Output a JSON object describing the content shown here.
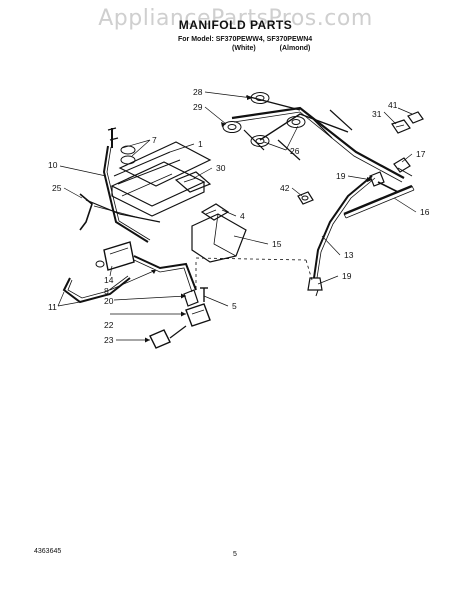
{
  "watermark": "AppliancePartsPros.com",
  "title": "MANIFOLD PARTS",
  "model_line": "For Model: SF370PEWW4, SF370PEWN4",
  "variants": [
    "(White)",
    "(Almond)"
  ],
  "doc_number": "4363645",
  "page_number": "5",
  "callouts": [
    {
      "id": "c28",
      "label": "28"
    },
    {
      "id": "c29",
      "label": "29"
    },
    {
      "id": "c31",
      "label": "31"
    },
    {
      "id": "c41",
      "label": "41"
    },
    {
      "id": "c7",
      "label": "7"
    },
    {
      "id": "c1",
      "label": "1"
    },
    {
      "id": "c26",
      "label": "26"
    },
    {
      "id": "c17",
      "label": "17"
    },
    {
      "id": "c10",
      "label": "10"
    },
    {
      "id": "c30",
      "label": "30"
    },
    {
      "id": "c19a",
      "label": "19"
    },
    {
      "id": "c25",
      "label": "25"
    },
    {
      "id": "c42",
      "label": "42"
    },
    {
      "id": "c16",
      "label": "16"
    },
    {
      "id": "c4",
      "label": "4"
    },
    {
      "id": "c15",
      "label": "15"
    },
    {
      "id": "c13",
      "label": "13"
    },
    {
      "id": "c14",
      "label": "14"
    },
    {
      "id": "c19b",
      "label": "19"
    },
    {
      "id": "c8",
      "label": "8"
    },
    {
      "id": "c20",
      "label": "20"
    },
    {
      "id": "c5",
      "label": "5"
    },
    {
      "id": "c11",
      "label": "11"
    },
    {
      "id": "c22",
      "label": "22"
    },
    {
      "id": "c23",
      "label": "23"
    }
  ]
}
